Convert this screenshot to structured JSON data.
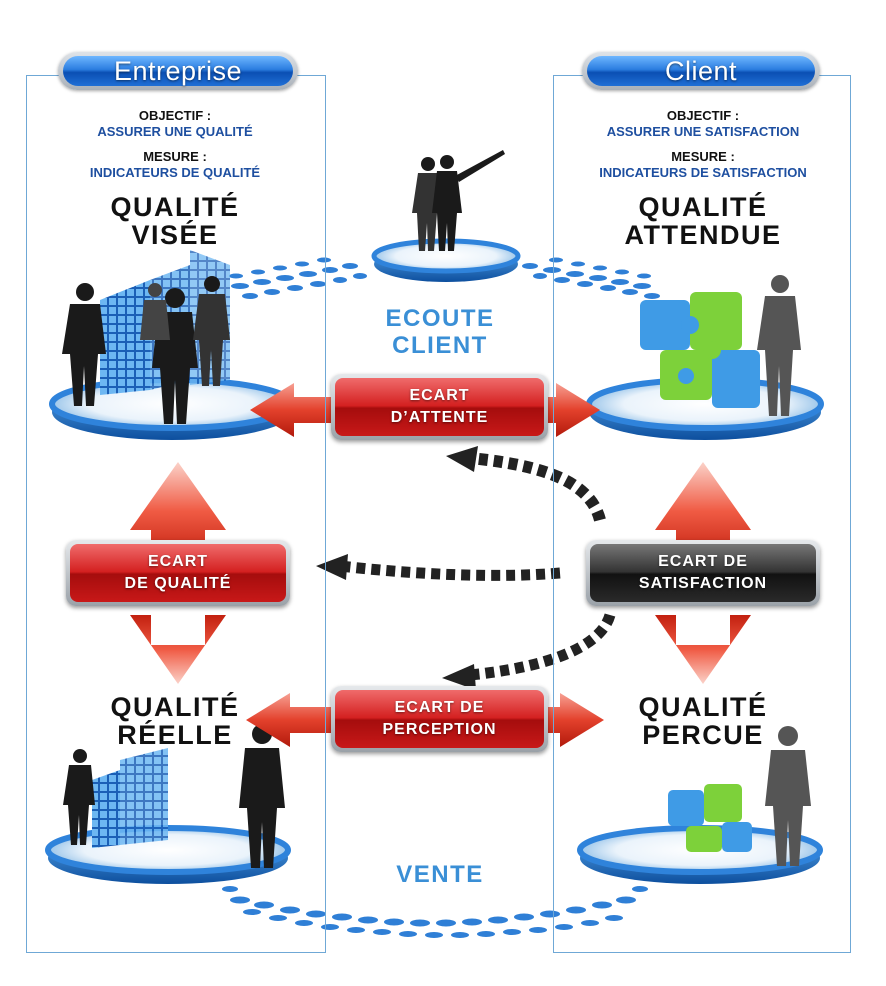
{
  "entreprise": {
    "title": "Entreprise",
    "objectif_label": "OBJECTIF :",
    "objectif_value": "ASSURER UNE QUALITÉ",
    "mesure_label": "MESURE :",
    "mesure_value": "INDICATEURS DE QUALITÉ"
  },
  "client": {
    "title": "Client",
    "objectif_label": "OBJECTIF :",
    "objectif_value": "ASSURER UNE SATISFACTION",
    "mesure_label": "MESURE :",
    "mesure_value": "INDICATEURS DE SATISFACTION"
  },
  "nodes": {
    "visee_1": "QUALITÉ",
    "visee_2": "VISÉE",
    "attendue_1": "QUALITÉ",
    "attendue_2": "ATTENDUE",
    "reelle_1": "QUALITÉ",
    "reelle_2": "RÉELLE",
    "percue_1": "QUALITÉ",
    "percue_2": "PERCUE"
  },
  "center": {
    "ecoute_1": "ECOUTE",
    "ecoute_2": "CLIENT",
    "vente": "VENTE"
  },
  "gaps": {
    "attente_1": "ECART",
    "attente_2": "D’ATTENTE",
    "qualite_1": "ECART",
    "qualite_2": "DE QUALITÉ",
    "satisfaction_1": "ECART DE",
    "satisfaction_2": "SATISFACTION",
    "perception_1": "ECART DE",
    "perception_2": "PERCEPTION"
  },
  "colors": {
    "frame": "#6fa8d6",
    "label_blue": "#1e4fa0",
    "center_blue": "#3a8fd6",
    "arrow_red": "#e84a3a",
    "platform_blue": "#1f6fc4"
  }
}
